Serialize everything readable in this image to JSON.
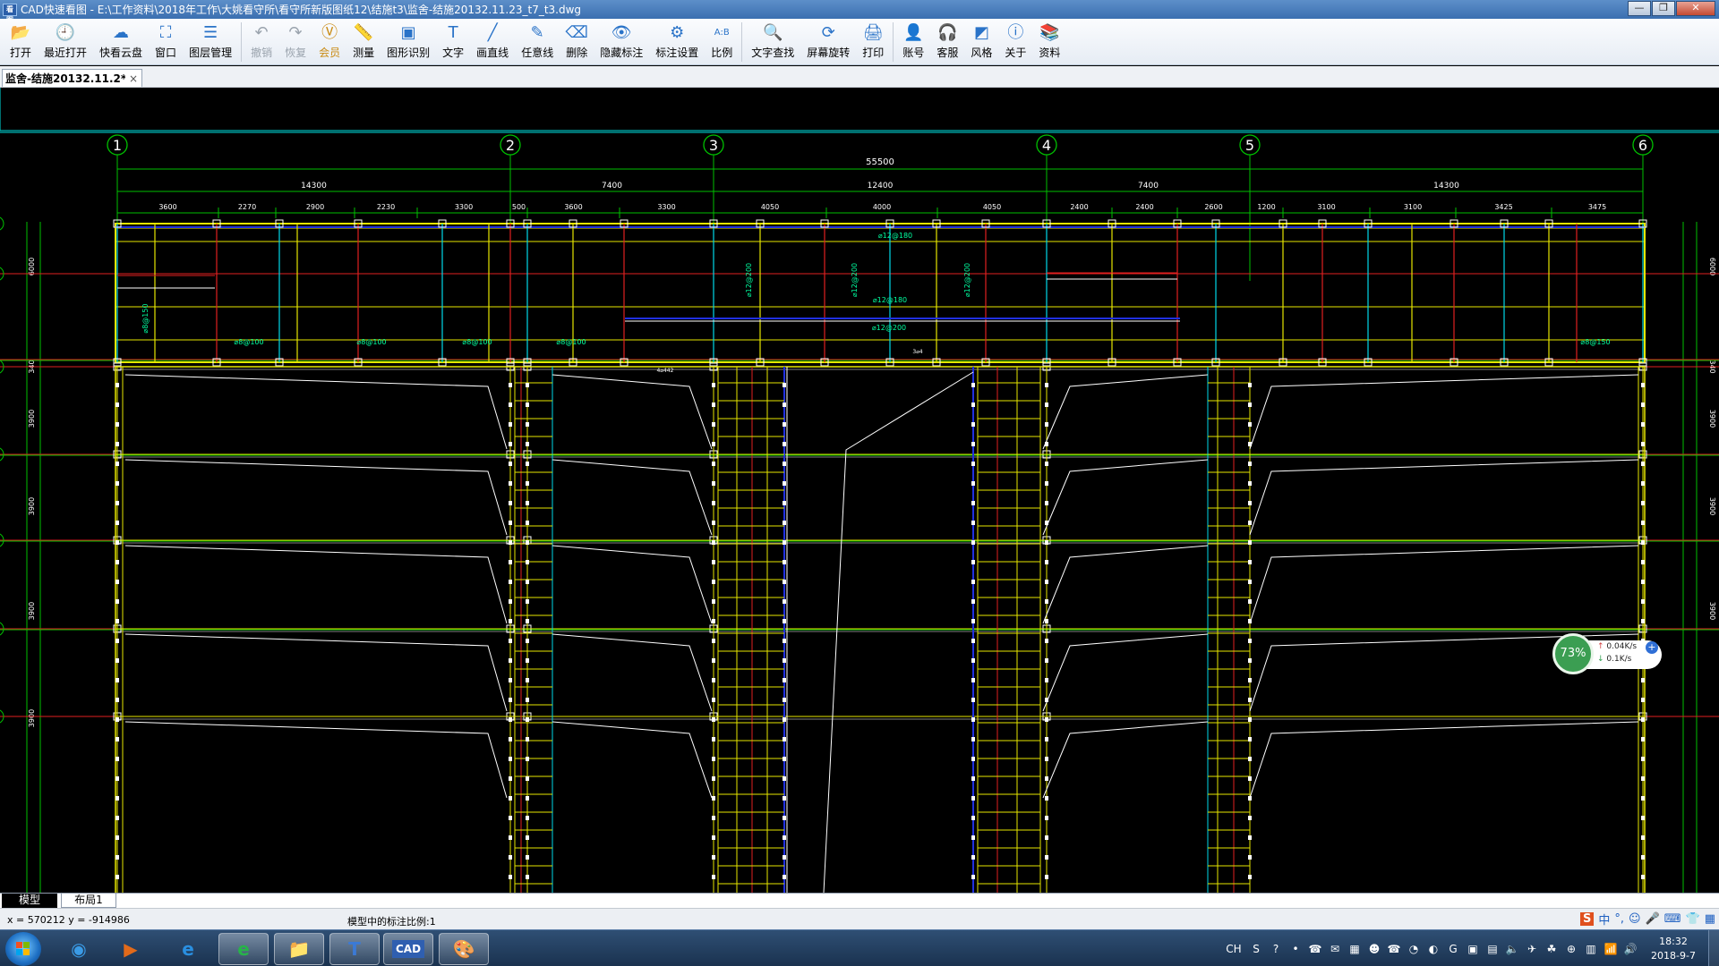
{
  "titlebar": {
    "app_icon_text": "看图",
    "title": "CAD快速看图 - E:\\工作资料\\2018年工作\\大姚看守所\\看守所新版图纸12\\结施t3\\监舍-结施20132.11.23_t7_t3.dwg",
    "buttons": [
      "—",
      "❐",
      "✕"
    ]
  },
  "toolbar": {
    "items": [
      {
        "name": "open",
        "label": "打开",
        "icon": "📂",
        "disabled": false
      },
      {
        "name": "recent",
        "label": "最近打开",
        "icon": "🕘",
        "disabled": false
      },
      {
        "name": "cloud",
        "label": "快看云盘",
        "icon": "☁",
        "disabled": false
      },
      {
        "name": "window",
        "label": "窗口",
        "icon": "⛶",
        "disabled": false
      },
      {
        "name": "layers",
        "label": "图层管理",
        "icon": "☰",
        "disabled": false
      },
      {
        "sep": true
      },
      {
        "name": "undo",
        "label": "撤销",
        "icon": "↶",
        "disabled": true
      },
      {
        "name": "redo",
        "label": "恢复",
        "icon": "↷",
        "disabled": true
      },
      {
        "name": "vip",
        "label": "会员",
        "icon": "Ⓥ",
        "disabled": false,
        "vip": true
      },
      {
        "name": "measure",
        "label": "测量",
        "icon": "📏",
        "disabled": false
      },
      {
        "name": "recognize",
        "label": "图形识别",
        "icon": "▣",
        "disabled": false
      },
      {
        "name": "text",
        "label": "文字",
        "icon": "T",
        "disabled": false
      },
      {
        "name": "line",
        "label": "画直线",
        "icon": "╱",
        "disabled": false
      },
      {
        "name": "freeline",
        "label": "任意线",
        "icon": "✎",
        "disabled": false
      },
      {
        "name": "delete",
        "label": "删除",
        "icon": "⌫",
        "disabled": false
      },
      {
        "name": "hide-marks",
        "label": "隐藏标注",
        "icon": "👁",
        "disabled": false
      },
      {
        "name": "mark-settings",
        "label": "标注设置",
        "icon": "⚙",
        "disabled": false
      },
      {
        "name": "ratio",
        "label": "比例",
        "icon": "A:B",
        "disabled": false
      },
      {
        "sep": true
      },
      {
        "name": "text-find",
        "label": "文字查找",
        "icon": "🔍",
        "disabled": false
      },
      {
        "name": "rotate",
        "label": "屏幕旋转",
        "icon": "⟳",
        "disabled": false
      },
      {
        "name": "print",
        "label": "打印",
        "icon": "🖨",
        "disabled": false
      },
      {
        "sep": true
      },
      {
        "name": "account",
        "label": "账号",
        "icon": "👤",
        "disabled": false
      },
      {
        "name": "service",
        "label": "客服",
        "icon": "🎧",
        "disabled": false
      },
      {
        "name": "style",
        "label": "风格",
        "icon": "◩",
        "disabled": false
      },
      {
        "name": "about",
        "label": "关于",
        "icon": "ⓘ",
        "disabled": false
      },
      {
        "name": "resources",
        "label": "资料",
        "icon": "📚",
        "disabled": false
      }
    ]
  },
  "tabs": {
    "document": "监舍-结施20132.11.2*",
    "close": "×"
  },
  "drawing": {
    "axes": [
      "1",
      "2",
      "3",
      "4",
      "5",
      "6"
    ],
    "total_dim": "55500",
    "mid_dims": [
      "14300",
      "7400",
      "12400",
      "7400",
      "14300"
    ],
    "small_dims": [
      "3600",
      "2270",
      "2900",
      "2230",
      "3300",
      "500",
      "3600",
      "3300",
      "4050",
      "4000",
      "4050",
      "2400",
      "2400",
      "2600",
      "1200",
      "3100",
      "3100",
      "3425",
      "3475"
    ],
    "left_dims": [
      "6000",
      "340",
      "3900",
      "3900",
      "3900",
      "3900"
    ],
    "right_dims": [
      "6000",
      "340",
      "3900",
      "3900",
      "3900"
    ],
    "rebar_labels": [
      "⌀12@180",
      "⌀12@200",
      "⌀12@200",
      "⌀12@200",
      "⌀12@180",
      "⌀12@200",
      "⌀8@150",
      "⌀8@100",
      "⌀8@100",
      "⌀8@100",
      "⌀8@100",
      "⌀8@150",
      "3⌀4",
      "4⌀442"
    ],
    "colors": {
      "grid": "#00c000",
      "axis_line": "#00e0e0",
      "beam_yellow": "#e6e600",
      "cyan": "#00d8e8",
      "red": "#e02020",
      "blue": "#2030e0",
      "white": "#ffffff"
    }
  },
  "net_widget": {
    "percent": "73%",
    "upload": "0.04K/s",
    "download": "0.1K/s",
    "plus": "+"
  },
  "layout_tabs": [
    "模型",
    "布局1"
  ],
  "status": {
    "coords": "x = 570212  y = -914986",
    "scale_text": "模型中的标注比例:1",
    "ime_icons": [
      "S",
      "中",
      "°,",
      "☺",
      "🎤",
      "⌨",
      "👕",
      "▦"
    ]
  },
  "taskbar": {
    "apps": [
      {
        "name": "chrome",
        "icon": "◉",
        "active": false
      },
      {
        "name": "media",
        "icon": "▶",
        "active": false
      },
      {
        "name": "ie",
        "icon": "e",
        "active": false
      },
      {
        "name": "ie-green",
        "icon": "e",
        "active": true
      },
      {
        "name": "explorer",
        "icon": "📁",
        "active": true
      },
      {
        "name": "text-app",
        "icon": "T",
        "active": true
      },
      {
        "name": "cad",
        "icon": "CAD",
        "active": true
      },
      {
        "name": "paint",
        "icon": "🎨",
        "active": true
      }
    ],
    "tray_lang": "CH",
    "tray_icons": [
      "S",
      "?",
      "•",
      "☎",
      "✉",
      "▦",
      "☻",
      "☎",
      "◔",
      "◐",
      "G",
      "▣",
      "▤",
      "🔈",
      "✈",
      "☘",
      "⊕",
      "▥",
      "📶",
      "🔊"
    ],
    "time": "18:32",
    "date": "2018-9-7"
  }
}
